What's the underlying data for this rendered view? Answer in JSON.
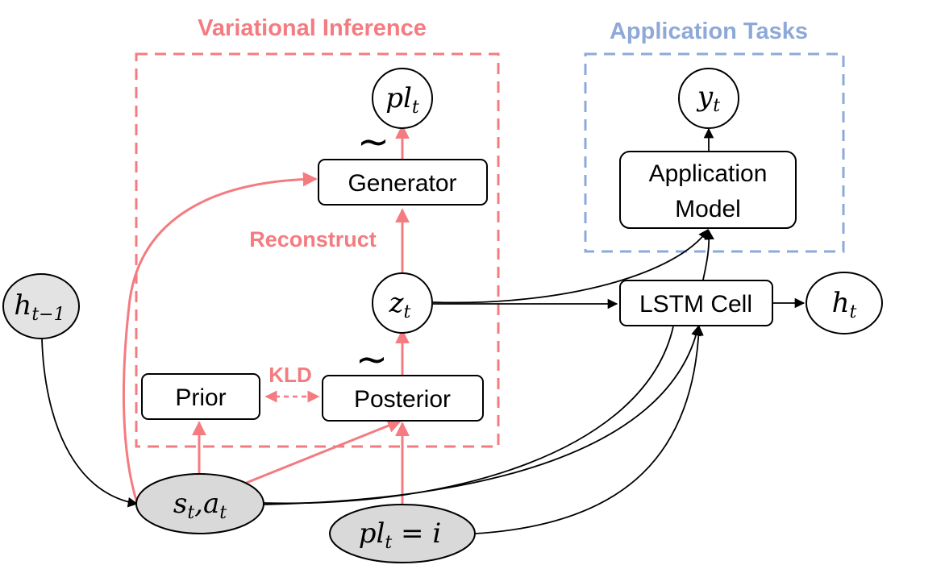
{
  "colors": {
    "variational": "#f47b80",
    "application": "#8ea9d8",
    "black": "#000000",
    "observed_fill": "#d9d9d9"
  },
  "groups": {
    "variational_inference": "Variational Inference",
    "application_tasks": "Application Tasks"
  },
  "nodes": {
    "generator": "Generator",
    "prior": "Prior",
    "posterior": "Posterior",
    "lstm_cell": "LSTM Cell",
    "application_model_line1": "Application",
    "application_model_line2": "Model",
    "pl_t": {
      "base": "pl",
      "sub": "t"
    },
    "z_t": {
      "base": "z",
      "sub": "t"
    },
    "y_t": {
      "base": "y",
      "sub": "t"
    },
    "h_t": {
      "base": "h",
      "sub": "t"
    },
    "h_t_minus_1": {
      "base": "h",
      "sub": "t−1"
    },
    "s_t_a_t": {
      "s": "s",
      "s_sub": "t",
      "comma": ",",
      "a": "a",
      "a_sub": "t"
    },
    "pl_t_eq_i": {
      "base": "pl",
      "sub": "t",
      "rest": " = i"
    }
  },
  "edge_labels": {
    "reconstruct": "Reconstruct",
    "kld": "KLD"
  },
  "sampling_symbol": "∼"
}
